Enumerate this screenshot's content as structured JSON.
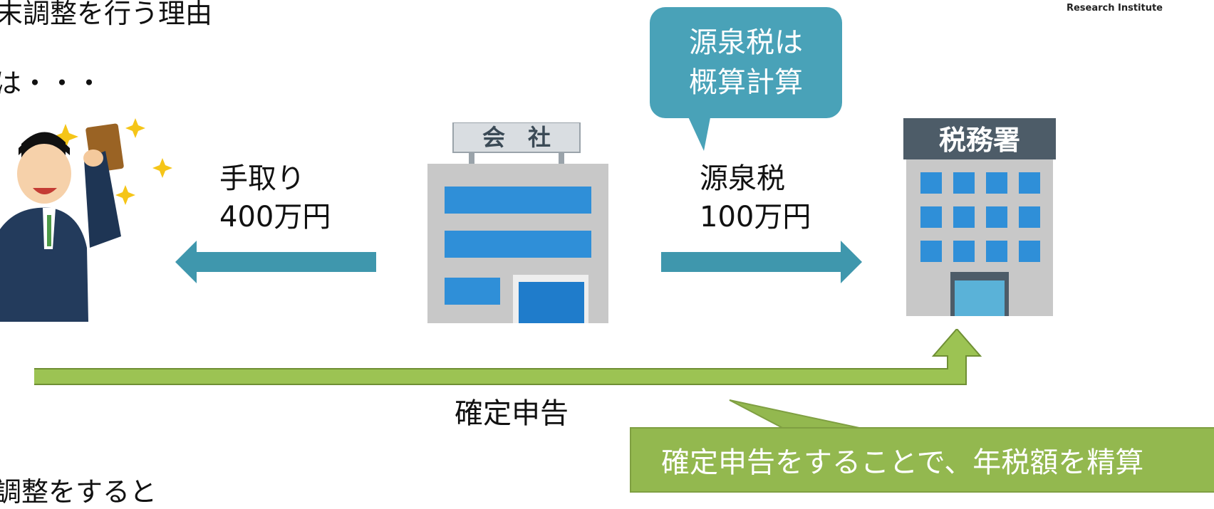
{
  "heading": "末調整を行う理由",
  "subheading": "は・・・",
  "footer_text": "調整をすると",
  "logo_text": "Research Institute",
  "bubble_text": "源泉税は\n概算計算",
  "left_flow_label": "手取り\n400万円",
  "right_flow_label": "源泉税\n100万円",
  "company_sign": "会　社",
  "tax_office_sign": "税務署",
  "return_flow_label": "確定申告",
  "callout_text": "確定申告をすることで、年税額を精算",
  "colors": {
    "arrow_teal": "#3f97ad",
    "bubble_teal": "#49a2b8",
    "callout_green": "#93b84f",
    "return_arrow_green": "#9cc353",
    "return_arrow_outline": "#6f8f34"
  },
  "icons": {
    "employee": "person-holding-envelope-icon",
    "company": "office-building-icon",
    "tax_office": "tax-office-building-icon"
  }
}
